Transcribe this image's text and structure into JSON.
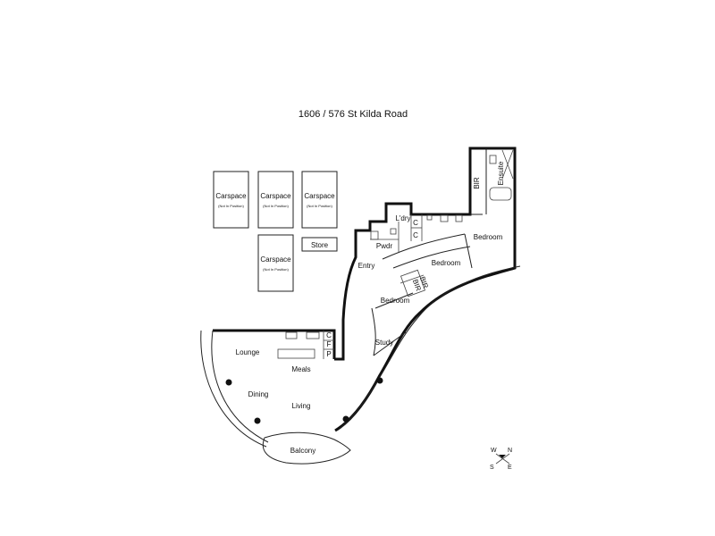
{
  "title": "1606 / 576 St Kilda Road",
  "carspaces": [
    {
      "label": "Carspace",
      "note": "(Not In Position)"
    },
    {
      "label": "Carspace",
      "note": "(Not In Position)"
    },
    {
      "label": "Carspace",
      "note": "(Not In Position)"
    },
    {
      "label": "Carspace",
      "note": "(Not In Position)"
    }
  ],
  "store": "Store",
  "rooms": {
    "lounge": "Lounge",
    "meals": "Meals",
    "dining": "Dining",
    "living": "Living",
    "balcony": "Balcony",
    "study": "Study",
    "bedroom_1": "Bedroom",
    "bedroom_2": "Bedroom",
    "bedroom_3": "Bedroom",
    "entry": "Entry",
    "pwdr": "Pwdr",
    "ldry": "L'dry",
    "ensuite": "Ensuite",
    "bir_1": "BIR",
    "bir_2": "BIR",
    "bir_3": "BIR"
  },
  "cupboards": {
    "ldry_c1": "C",
    "ldry_c2": "C",
    "kitchen_c": "C",
    "kitchen_f": "F",
    "kitchen_p": "P"
  },
  "compass": {
    "w": "W",
    "n": "N",
    "s": "S",
    "e": "E"
  }
}
